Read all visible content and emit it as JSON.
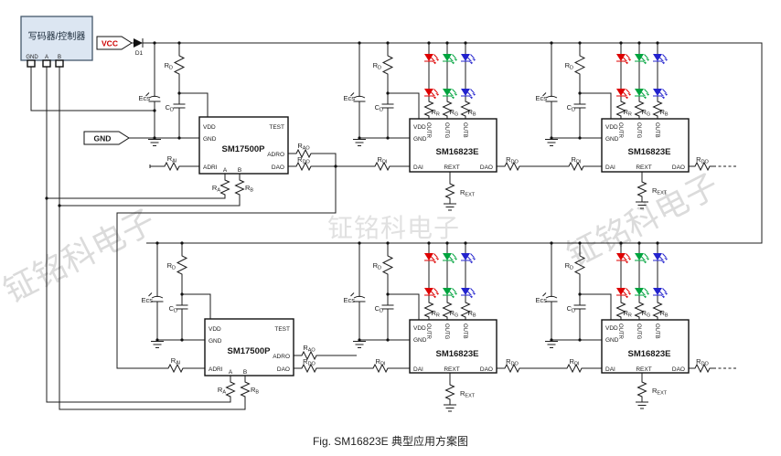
{
  "caption": "Fig. SM16823E 典型应用方案图",
  "watermark": "钲铭科电子",
  "controller": {
    "label": "写码器/控制器",
    "pin_gnd": "GND",
    "pin_a": "A",
    "pin_b": "B"
  },
  "tags": {
    "vcc": "VCC",
    "gnd": "GND"
  },
  "ic": {
    "writer": "SM17500P",
    "driver": "SM16823E"
  },
  "pins": {
    "vdd": "VDD",
    "gnd": "GND",
    "adri": "ADRI",
    "test": "TEST",
    "adro": "ADRO",
    "dao": "DAO",
    "dai": "DAI",
    "rext": "REXT",
    "outr": "OUTR",
    "outg": "OUTG",
    "outb": "OUTB",
    "a": "A",
    "b": "B"
  },
  "refs": {
    "d1": "D1",
    "ecs": "Ecs",
    "rd": {
      "m": "R",
      "s": "D"
    },
    "cd": {
      "m": "C",
      "s": "D"
    },
    "rai": {
      "m": "R",
      "s": "AI"
    },
    "rao": {
      "m": "R",
      "s": "AO"
    },
    "rdo": {
      "m": "R",
      "s": "DO"
    },
    "rdi": {
      "m": "R",
      "s": "DI"
    },
    "ra": {
      "m": "R",
      "s": "A"
    },
    "rb": {
      "m": "R",
      "s": "B"
    },
    "rr": {
      "m": "R",
      "s": "R"
    },
    "rg": {
      "m": "R",
      "s": "G"
    },
    "rbl": {
      "m": "R",
      "s": "B"
    },
    "rext": {
      "m": "R",
      "s": "EXT"
    }
  },
  "colors": {
    "led_red": "#dd0000",
    "led_green": "#00a33e",
    "led_blue": "#2323cd",
    "vcc_text": "#cc0000",
    "wire": "#1c1c1c",
    "controller_fill": "#dce6f2",
    "watermark_gray": "#ababab"
  }
}
